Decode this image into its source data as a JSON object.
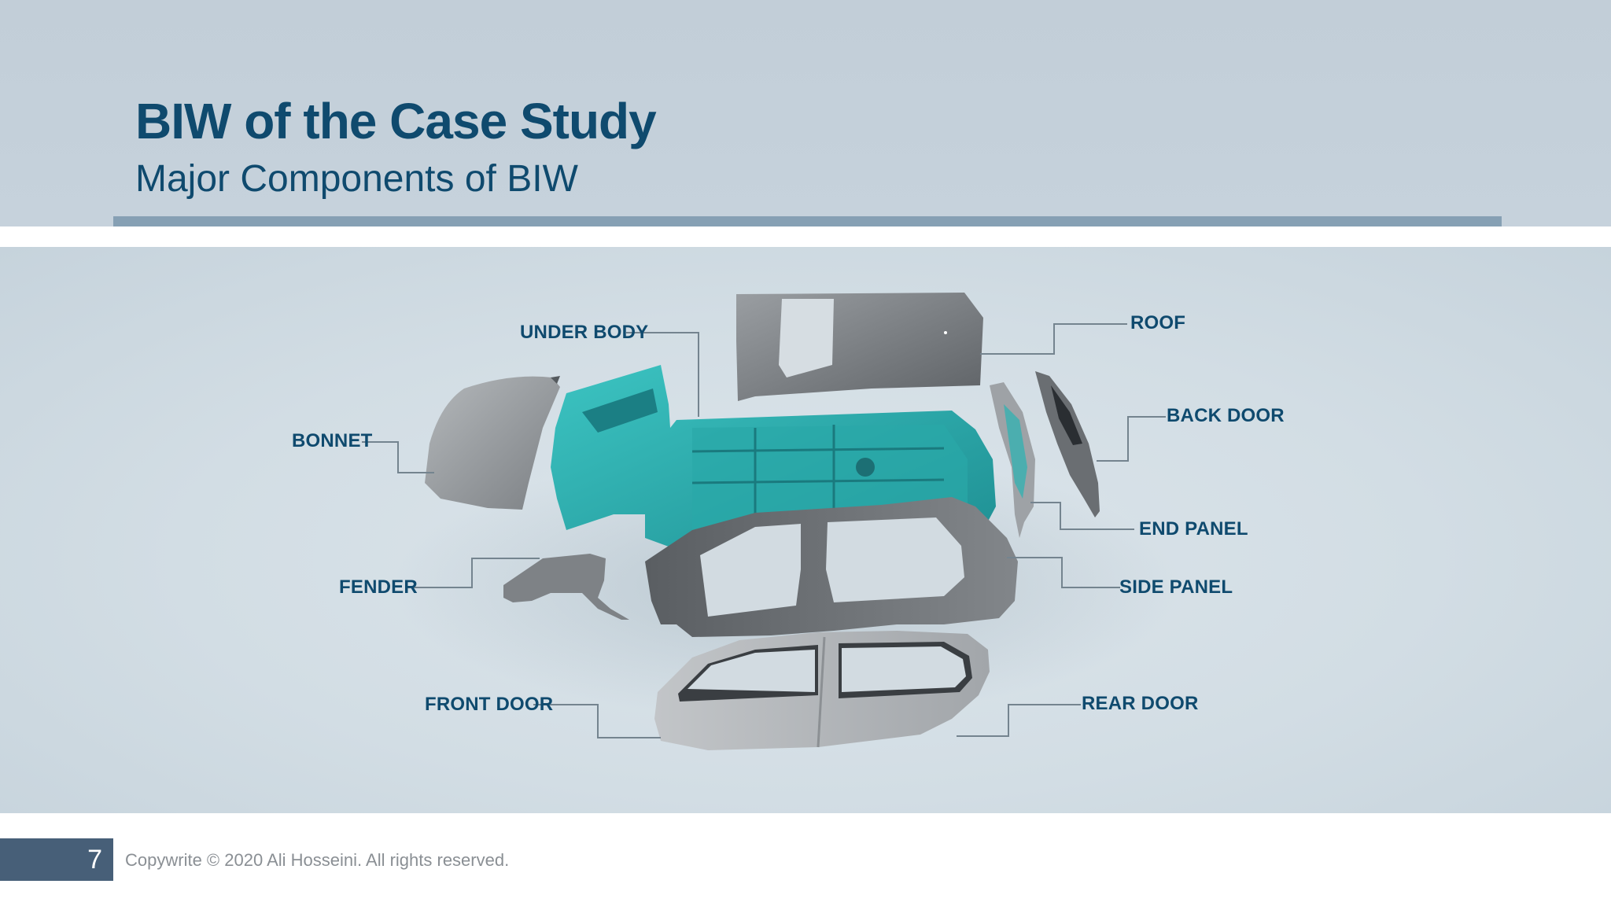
{
  "header": {
    "title": "BIW of the Case Study",
    "subtitle": "Major Components of BIW"
  },
  "diagram": {
    "labels": {
      "under_body": "UNDER BODY",
      "roof": "ROOF",
      "bonnet": "BONNET",
      "back_door": "BACK DOOR",
      "end_panel": "END PANEL",
      "fender": "FENDER",
      "side_panel": "SIDE PANEL",
      "front_door": "FRONT DOOR",
      "rear_door": "REAR DOOR"
    }
  },
  "footer": {
    "page_number": "7",
    "copyright": "Copywrite © 2020 Ali Hosseini. All rights reserved."
  },
  "colors": {
    "accent": "#0f4a6e",
    "header_band": "#c2ced8",
    "header_rule": "#86a0b4",
    "underbody_teal": "#2fb5b5",
    "panel_gray": "#8a8e92"
  }
}
